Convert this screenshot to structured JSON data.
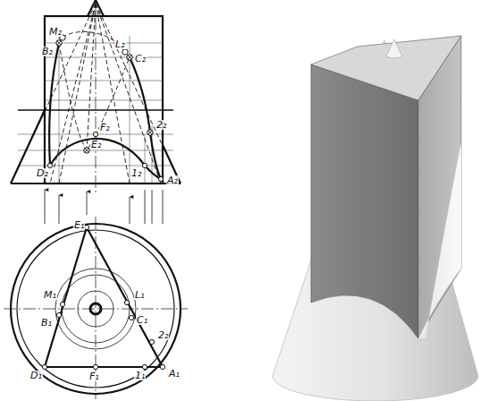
{
  "diagram": {
    "labels": [
      "M₂",
      "L₂",
      "B₂",
      "C₂",
      "F₂",
      "2₂",
      "E₂",
      "D₂",
      "1₂",
      "A₂",
      "E₁",
      "M₁",
      "L₁",
      "B₁",
      "C₁",
      "D₁",
      "F₁",
      "2₂",
      "1₁",
      "A₁"
    ]
  }
}
